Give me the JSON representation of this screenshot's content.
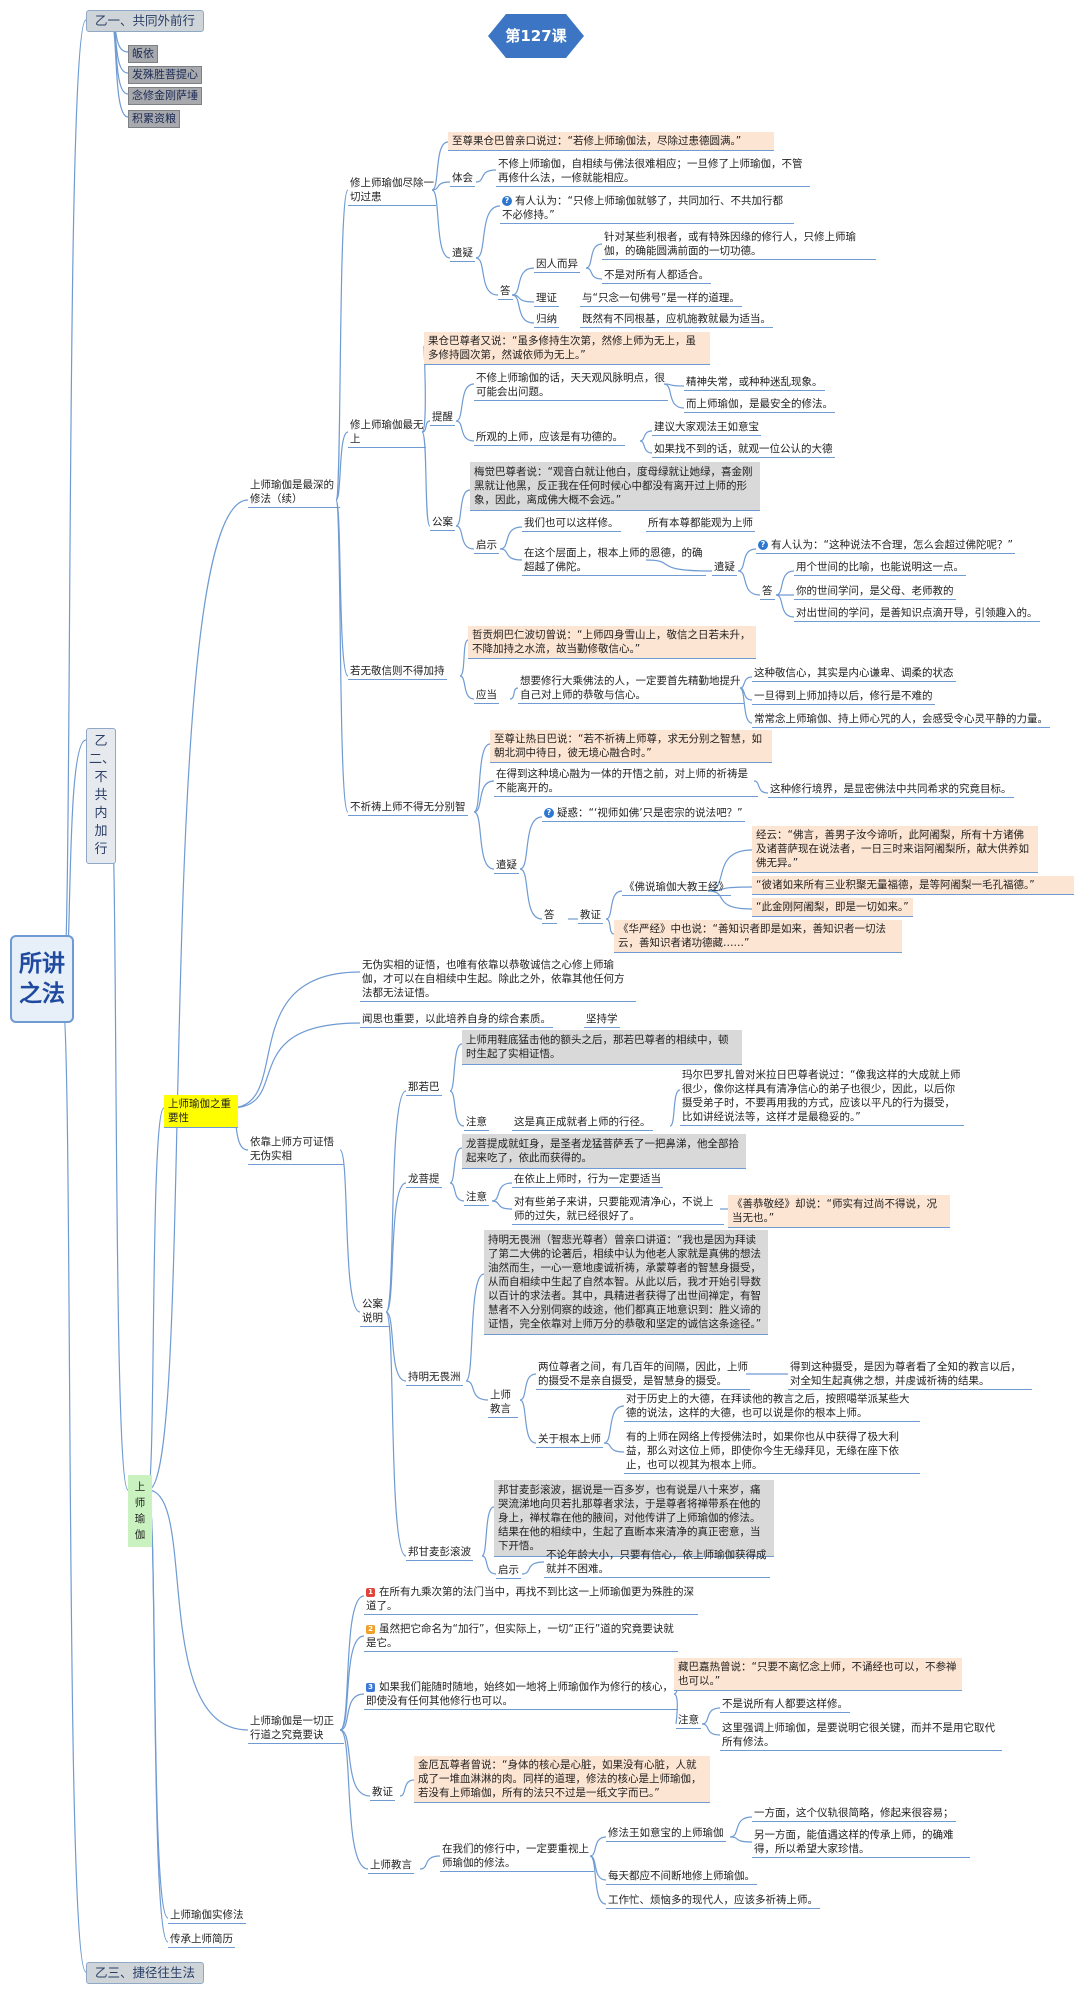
{
  "title_badge": "第127课",
  "root": "所讲之法",
  "yi1": {
    "label": "乙一、共同外前行",
    "items": [
      "皈依",
      "发殊胜菩提心",
      "念修金刚萨埵",
      "积累资粮"
    ]
  },
  "yi2": "乙二、不共内加行",
  "yi3": "乙三、捷径往生法",
  "guru_yoga": "上师瑜伽",
  "s1": {
    "title": "上师瑜伽是最深的修法（续）",
    "a": {
      "title": "修上师瑜伽尽除一切过患",
      "quote": "至尊果仓巴曾亲口说过：“若修上师瑜伽法，尽除过患德圆满。”",
      "tihui": "体会",
      "tihui_text": "不修上师瑜伽，自相续与佛法很难相应；一旦修了上师瑜伽，不管再修什么法，一修就能相应。",
      "qianyi": "遣疑",
      "doubt": "有人认为：“只修上师瑜伽就够了，共同加行、不共加行都不必修持。”",
      "da": "答",
      "yinren": "因人而异",
      "yinren1": "针对某些利根者，或有特殊因缘的修行人，只修上师瑜伽，的确能圆满前面的一切功德。",
      "yinren2": "不是对所有人都适合。",
      "lizheng": "理证",
      "lizheng_text": "与“只念一句佛号”是一样的道理。",
      "guina": "归纳",
      "guina_text": "既然有不同根基，应机施教就最为适当。"
    },
    "b": {
      "title": "修上师瑜伽最无上",
      "quote": "果仓巴尊者又说：“虽多修持生次第，然修上师为无上，虽多修持圆次第，然诚依师为无上。”",
      "tixing": "提醒",
      "tixing1": "不修上师瑜伽的话，天天观风脉明点，很可能会出问题。",
      "tixing1a": "精神失常，或种种迷乱现象。",
      "tixing1b": "而上师瑜伽，是最安全的修法。",
      "tixing2": "所观的上师，应该是有功德的。",
      "tixing2a": "建议大家观法王如意宝",
      "tixing2b": "如果找不到的话，就观一位公认的大德",
      "gongan": "公案",
      "gongan_story": "梅觉巴尊者说：“观音白就让他白，度母绿就让她绿，喜金刚黑就让他黑，反正我在任何时候心中都没有离开过上师的形象，因此，离成佛大概不会远。”",
      "qishi": "启示",
      "qishi1": "我们也可以这样修。",
      "qishi1a": "所有本尊都能观为上师",
      "qishi2": "在这个层面上，根本上师的恩德，的确超越了佛陀。",
      "qianyi": "遣疑",
      "doubt": "有人认为：“这种说法不合理，怎么会超过佛陀呢？”",
      "da": "答",
      "a1": "用个世间的比喻，也能说明这一点。",
      "a2": "你的世间学问，是父母、老师教的",
      "a3": "对出世间的学问，是善知识点滴开导，引领趣入的。"
    },
    "c": {
      "title": "若无敬信则不得加持",
      "quote": "哲贡炯巴仁波切曾说：“上师四身雪山上，敬信之日若未升，不降加持之水流，故当勤修敬信心。”",
      "yingdang": "应当",
      "text": "想要修行大乘佛法的人，一定要首先精勤地提升自己对上师的恭敬与信心。",
      "r1": "这种敬信心，其实是内心谦卑、调柔的状态",
      "r2": "一旦得到上师加持以后，修行是不难的",
      "r3": "常常念上师瑜伽、持上师心咒的人，会感受令心灵平静的力量。"
    },
    "d": {
      "title": "不祈祷上师不得无分别智",
      "quote": "至尊让热日巴说：“若不祈祷上师尊，求无分别之智慧，如朝北洞中待日，彼无境心融合时。”",
      "text": "在得到这种境心融为一体的开悟之前，对上师的祈祷是不能离开的。",
      "goal": "这种修行境界，是显密佛法中共同希求的究竟目标。",
      "qianyi": "遣疑",
      "doubt": "疑惑：“‘视师如佛’只是密宗的说法吧？”",
      "da": "答",
      "jiaozheng": "教证",
      "sutra_title": "《佛说瑜伽大教王经》",
      "sutra1": "经云：“佛言，善男子汝今谛听，此阿阇梨，所有十方诸佛及诸菩萨现在说法者，一日三时来诣阿阇梨所，献大供养如佛无异。”",
      "sutra2": "“彼诸如来所有三业积聚无量福德，是等阿阇梨一毛孔福德。”",
      "sutra3": "“此金刚阿阇梨，即是一切如来。”",
      "huayan": "《华严经》中也说：“善知识者即是如来，善知识者一切法云，善知识者诸功德藏……”"
    }
  },
  "s2": {
    "title": "上师瑜伽之重要性",
    "intro": "无伪实相的证悟，也唯有依靠以恭敬诚信之心修上师瑜伽，才可以在自相续中生起。除此之外，依靠其他任何方法都无法证悟。",
    "wenshi": "闻思也重要，以此培养自身的综合素质。",
    "jianchi": "坚持学",
    "yikao": "依靠上师方可证悟无伪实相",
    "gongan_shuoming": "公案说明",
    "naropa": "那若巴",
    "naropa_story": "上师用鞋底猛击他的额头之后，那若巴尊者的相续中，顿时生起了实相证悟。",
    "naropa_zhuyi": "注意",
    "naropa_note": "这是真正成就者上师的行径。",
    "marpa": "玛尔巴罗扎曾对米拉日巴尊者说过：“像我这样的大成就上师很少，像你这样具有清净信心的弟子也很少，因此，以后你摄受弟子时，不要再用我的方式，应该以平凡的行为摄受，比如讲经说法等，这样才是最稳妥的。”",
    "longshu": "龙菩提",
    "longshu_story": "龙菩提成就虹身，是圣者龙猛菩萨丢了一把鼻涕，他全部拾起来吃了，依此而获得的。",
    "longshu_zhuyi": "注意",
    "longshu_n1": "在依止上师时，行为一定要适当",
    "longshu_n2": "对有些弟子来讲，只要能观清净心，不说上师的过失，就已经很好了。",
    "shanjie": "《善恭敬经》却说：“师实有过尚不得说，况当无也。”",
    "chiming": "持明无畏洲",
    "chiming_story": "持明无畏洲（智悲光尊者）曾亲口讲道：“我也是因为拜读了第二大佛的论著后，相续中认为他老人家就是真佛的想法油然而生，一心一意地虔诚祈祷，承蒙尊者的智慧身摄受，从而自相续中生起了自然本智。从此以后，我才开始引导数以百计的求法者。其中，具精进者获得了出世间禅定，有智慧者不入分别伺察的歧途，他们都真正地意识到：胜义谛的证悟，完全依靠对上师万分的恭敬和坚定的诚信这条途径。”",
    "shangshi_jiaoyan": "上师教言",
    "jy1": "两位尊者之间，有几百年的间隔，因此，上师的摄受不是亲自摄受，是智慧身的摄受。",
    "jy1a": "得到这种摄受，是因为尊者看了全知的教言以后，对全知生起真佛之想，并虔诚祈祷的结果。",
    "genben": "关于根本上师",
    "gb1": "对于历史上的大德，在拜读他的教言之后，按照噶举派某些大德的说法，这样的大德，也可以说是你的根本上师。",
    "gb2": "有的上师在网络上传授佛法时，如果你也从中获得了极大利益，那么对这位上师，即使你今生无缘拜见，无缘在座下依止，也可以视其为根本上师。",
    "bangan": "邦甘麦彭滚波",
    "bangan_story": "邦甘麦彭滚波，据说是一百多岁，也有说是八十来岁，痛哭流涕地向贝若扎那尊者求法，于是尊者将禅带系在他的身上，禅杖靠在他的腋间，对他传讲了上师瑜伽的修法。结果在他的相续中，生起了直断本来清净的真正密意，当下开悟。",
    "bangan_qishi": "启示",
    "bangan_text": "不论年龄大小，只要有信心，依上师瑜伽获得成就并不困难。"
  },
  "s3": {
    "title": "上师瑜伽是一切正行道之究竟要诀",
    "p1": "在所有九乘次第的法门当中，再找不到比这一上师瑜伽更为殊胜的深道了。",
    "p2": "虽然把它命名为“加行”，但实际上，一切“正行”道的究竟要诀就是它。",
    "p3": "如果我们能随时随地，始终如一地将上师瑜伽作为修行的核心，即使没有任何其他修行也可以。",
    "kadam": "藏巴嘉热曾说：“只要不离忆念上师，不诵经也可以，不参禅也可以。”",
    "zhuyi": "注意",
    "z1": "不是说所有人都要这样修。",
    "z2": "这里强调上师瑜伽，是要说明它很关键，而并不是用它取代所有修法。",
    "jiaozheng": "教证",
    "jinduo": "金厄瓦尊者曾说：“身体的核心是心脏，如果没有心脏，人就成了一堆血淋淋的肉。同样的道理，修法的核心是上师瑜伽，若没有上师瑜伽，所有的法只不过是一纸文字而已。”",
    "shangshi_jiaoyan": "上师教言",
    "jy": "在我们的修行中，一定要重视上师瑜伽的修法。",
    "fw": "修法王如意宝的上师瑜伽",
    "fw1": "一方面，这个仪轨很简略，修起来很容易；",
    "fw2": "另一方面，能值遇这样的传承上师，的确难得，所以希望大家珍惜。",
    "jy2": "每天都应不间断地修上师瑜伽。",
    "jy3": "工作忙、烦恼多的现代人，应该多祈祷上师。"
  },
  "s4": "上师瑜伽实修法",
  "s5": "传承上师简历",
  "colors": {
    "line": "#6f9bd3",
    "quote_bg": "#fde5d3",
    "story_bg": "#d9d9d9",
    "badge": "#3b75c4",
    "key": "#ffff00",
    "green": "#c9f2c0"
  },
  "icons": {
    "question": "question-icon",
    "p1": "number-1-icon",
    "p2": "number-2-icon",
    "p3": "number-3-icon"
  }
}
